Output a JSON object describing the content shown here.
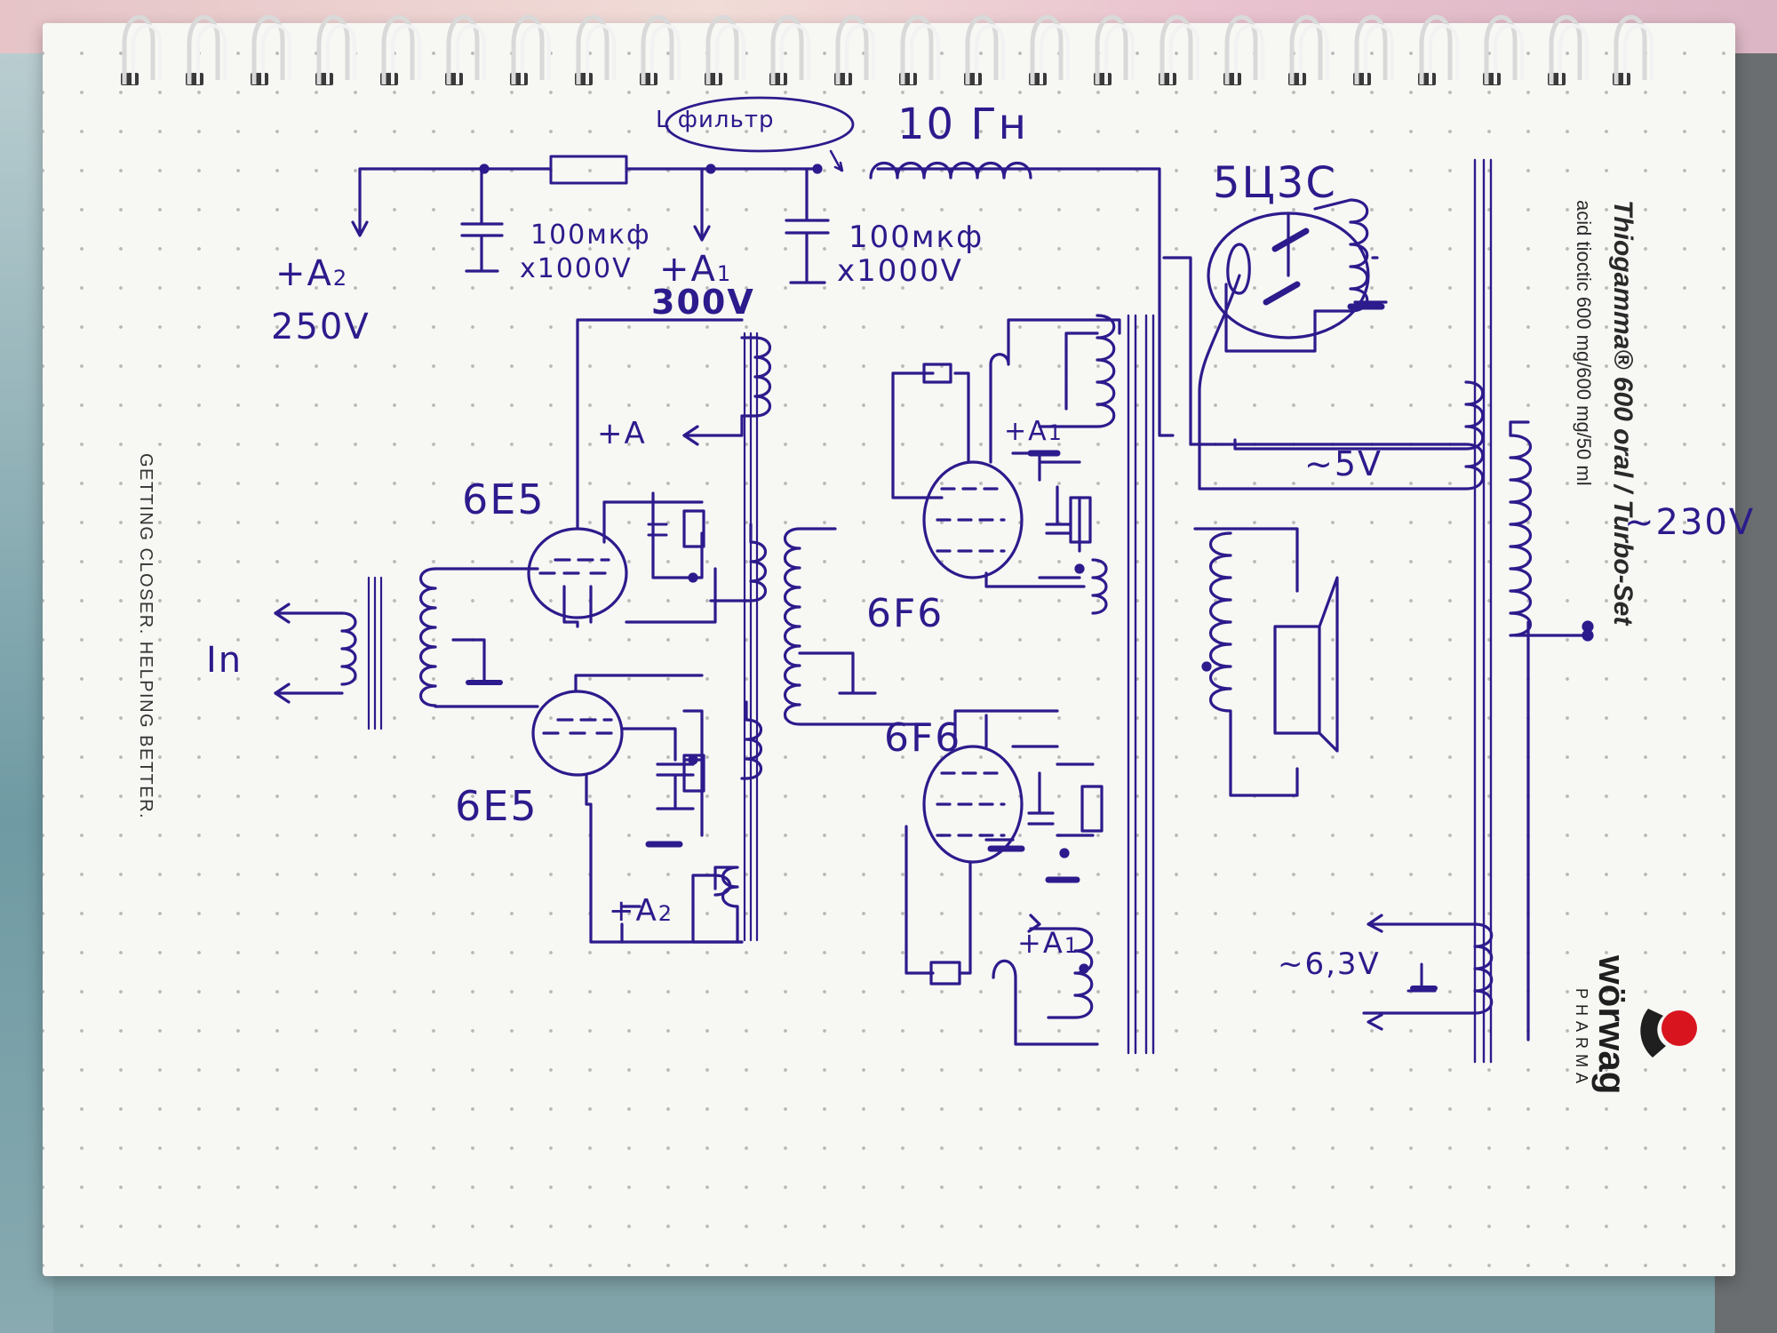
{
  "notebook": {
    "slogan": "GETTING CLOSER. HELPING BETTER.",
    "brand_title": "Thiogamma® 600 oral / Turbo-Set",
    "brand_subtitle": "acid tioctic 600 mg/600 mg/50 ml",
    "logo_text": "wörwag",
    "logo_subtext": "PHARMA",
    "accent_color": "#d8141e"
  },
  "schematic": {
    "ink_color": "#2c1b8c",
    "filter_label": "L фильтр",
    "choke_label": "10 Гн",
    "cap1": {
      "value": "100мкф",
      "voltage": "x1000V"
    },
    "cap2": {
      "value": "100мкф",
      "voltage": "x1000V"
    },
    "rail_a2": {
      "name": "+A",
      "sub": "2",
      "voltage": "250V"
    },
    "rail_a1": {
      "name": "+A",
      "sub": "1",
      "voltage": "300V"
    },
    "input_label": "In",
    "tubes": {
      "driver_1": "6E5",
      "driver_2": "6E5",
      "output_1": "6F6",
      "output_2": "6F6",
      "rectifier": "5Ц3С"
    },
    "interstage_a": "+A",
    "interstage_a2": {
      "name": "+A",
      "sub": "2"
    },
    "output_a1_top": {
      "name": "+A",
      "sub": "1"
    },
    "output_a1_bottom": {
      "name": "+A",
      "sub": "1"
    },
    "power": {
      "mains": "~230V",
      "filament_5v": "~5V",
      "filament_63v": "~6,3V"
    }
  }
}
